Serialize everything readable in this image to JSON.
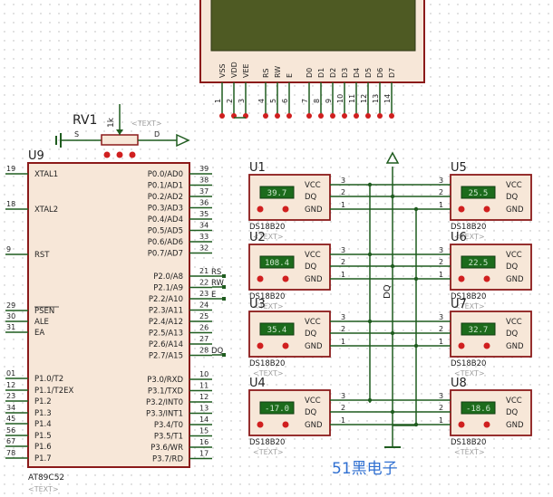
{
  "lcd": {
    "pin_names": [
      "VSS",
      "VDD",
      "VEE",
      "RS",
      "RW",
      "E",
      "D0",
      "D1",
      "D2",
      "D3",
      "D4",
      "D5",
      "D6",
      "D7"
    ],
    "pin_numbers": [
      "1",
      "2",
      "3",
      "4",
      "5",
      "6",
      "7",
      "8",
      "9",
      "10",
      "11",
      "12",
      "13",
      "14"
    ]
  },
  "rv1": {
    "ref": "RV1",
    "value": "1k",
    "placeholder": "<TEXT>",
    "s": "S",
    "d": "D"
  },
  "mcu": {
    "ref": "U9",
    "part": "AT89C52",
    "placeholder": "<TEXT>",
    "left_pins": [
      {
        "num": "19",
        "name": "XTAL1"
      },
      {
        "num": "18",
        "name": "XTAL2"
      },
      {
        "num": "9",
        "name": "RST"
      },
      {
        "num": "29",
        "name": "PSEN"
      },
      {
        "num": "30",
        "name": "ALE"
      },
      {
        "num": "31",
        "name": "EA"
      },
      {
        "num": "01",
        "name": "P1.0/T2"
      },
      {
        "num": "12",
        "name": "P1.1/T2EX"
      },
      {
        "num": "23",
        "name": "P1.2"
      },
      {
        "num": "34",
        "name": "P1.3"
      },
      {
        "num": "45",
        "name": "P1.4"
      },
      {
        "num": "56",
        "name": "P1.5"
      },
      {
        "num": "67",
        "name": "P1.6"
      },
      {
        "num": "78",
        "name": "P1.7"
      }
    ],
    "right_pins": [
      {
        "num": "39",
        "name": "P0.0/AD0"
      },
      {
        "num": "38",
        "name": "P0.1/AD1"
      },
      {
        "num": "37",
        "name": "P0.2/AD2"
      },
      {
        "num": "36",
        "name": "P0.3/AD3"
      },
      {
        "num": "35",
        "name": "P0.4/AD4"
      },
      {
        "num": "34",
        "name": "P0.5/AD5"
      },
      {
        "num": "33",
        "name": "P0.6/AD6"
      },
      {
        "num": "32",
        "name": "P0.7/AD7"
      },
      {
        "num": "21",
        "name": "P2.0/A8"
      },
      {
        "num": "22",
        "name": "P2.1/A9"
      },
      {
        "num": "23",
        "name": "P2.2/A10"
      },
      {
        "num": "24",
        "name": "P2.3/A11"
      },
      {
        "num": "25",
        "name": "P2.4/A12"
      },
      {
        "num": "26",
        "name": "P2.5/A13"
      },
      {
        "num": "27",
        "name": "P2.6/A14"
      },
      {
        "num": "28",
        "name": "P2.7/A15"
      },
      {
        "num": "10",
        "name": "P3.0/RXD"
      },
      {
        "num": "11",
        "name": "P3.1/TXD"
      },
      {
        "num": "12",
        "name": "P3.2/INT0"
      },
      {
        "num": "13",
        "name": "P3.3/INT1"
      },
      {
        "num": "14",
        "name": "P3.4/T0"
      },
      {
        "num": "15",
        "name": "P3.5/T1"
      },
      {
        "num": "16",
        "name": "P3.6/WR"
      },
      {
        "num": "17",
        "name": "P3.7/RD"
      }
    ],
    "net_labels": [
      "RS",
      "RW",
      "E",
      "DQ"
    ]
  },
  "sensor_pins": {
    "vcc": "VCC",
    "dq": "DQ",
    "gnd": "GND",
    "n3": "3",
    "n2": "2",
    "n1": "1"
  },
  "sensors": [
    {
      "ref": "U1",
      "part": "DS18B20",
      "placeholder": "<TEXT>",
      "reading": "39.7"
    },
    {
      "ref": "U2",
      "part": "DS18B20",
      "placeholder": "<TEXT>",
      "reading": "108.4"
    },
    {
      "ref": "U3",
      "part": "DS18B20",
      "placeholder": "<TEXT>",
      "reading": "35.4"
    },
    {
      "ref": "U4",
      "part": "DS18B20",
      "placeholder": "<TEXT>",
      "reading": "-17.0"
    },
    {
      "ref": "U5",
      "part": "DS18B20",
      "placeholder": "<TEXT>",
      "reading": "25.5"
    },
    {
      "ref": "U6",
      "part": "DS18B20",
      "placeholder": "<TEXT>",
      "reading": "22.5"
    },
    {
      "ref": "U7",
      "part": "DS18B20",
      "placeholder": "<TEXT>",
      "reading": "32.7"
    },
    {
      "ref": "U8",
      "part": "DS18B20",
      "placeholder": "<TEXT>",
      "reading": "-18.6"
    }
  ],
  "bus_label": "DQ",
  "watermark": "51黑电子",
  "colors": {
    "outline": "#8b1a1a",
    "wire": "#1f5c1f",
    "body": "#f7e7d8",
    "lcd_screen": "#4e5a23",
    "sensor_display": "#1c6b1c",
    "display_text": "#cfe8cf",
    "text": "#222222",
    "placeholder": "#a0a0a0",
    "led": "#d01f1f",
    "watermark": "#2f6fd1",
    "pin_blue": "#2b3e9e"
  }
}
